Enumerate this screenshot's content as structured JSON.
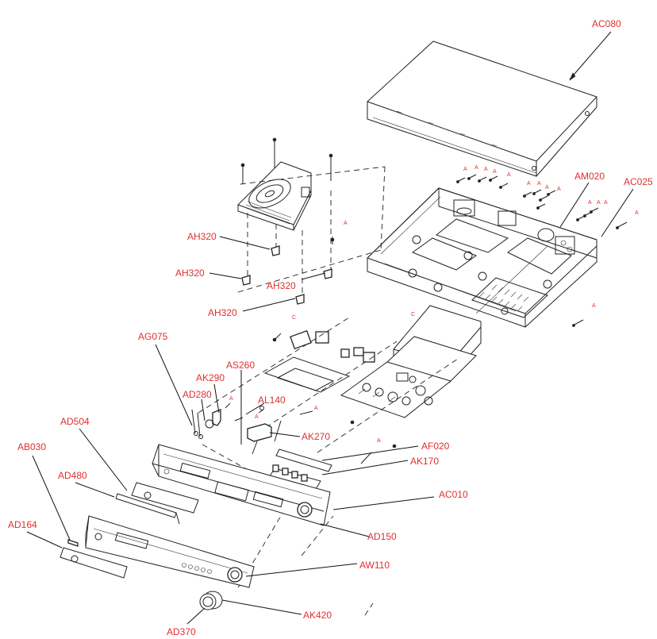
{
  "diagram": {
    "label_color": "#e03030",
    "line_color": "#222222",
    "marker_symbol": "A",
    "marker_symbol_c": "C",
    "labels": {
      "ac080": "AC080",
      "am020": "AM020",
      "ac025": "AC025",
      "ah320_a": "AH320",
      "ah320_b": "AH320",
      "ah320_c": "AH320",
      "ah320_d": "AH320",
      "ag075": "AG075",
      "as260": "AS260",
      "ak290": "AK290",
      "ad280": "AD280",
      "al140": "AL140",
      "ak270": "AK270",
      "ad504": "AD504",
      "af020": "AF020",
      "ab030": "AB030",
      "ak170": "AK170",
      "ad480": "AD480",
      "ac010": "AC010",
      "ad164": "AD164",
      "ad150": "AD150",
      "aw110": "AW110",
      "ak420": "AK420",
      "ad370": "AD370"
    }
  }
}
